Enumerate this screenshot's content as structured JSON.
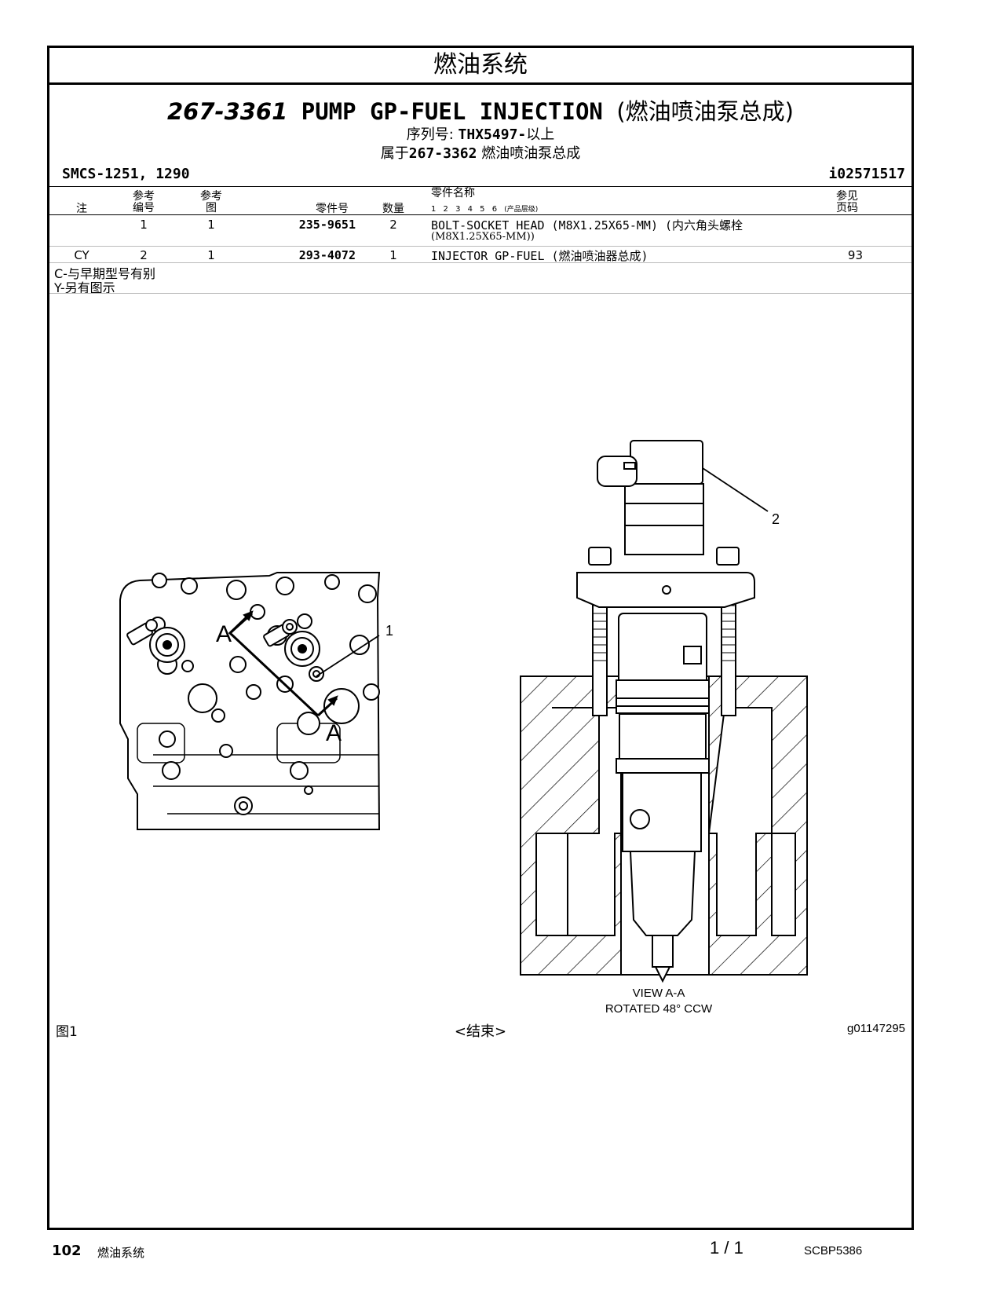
{
  "header": {
    "system_title": "燃油系统",
    "part_number": "267-3361",
    "part_name_en": "PUMP GP-FUEL INJECTION",
    "part_name_cn": "(燃油喷油泵总成)",
    "serial_label": "序列号:",
    "serial_value": "THX5497-",
    "serial_suffix": "以上",
    "belongs_prefix": "属于",
    "belongs_number": "267-3362",
    "belongs_name": "燃油喷油泵总成",
    "smcs": "SMCS-1251, 1290",
    "doc_id": "i02571517"
  },
  "table": {
    "headers": {
      "note": "注",
      "ref_no_1": "参考",
      "ref_no_2": "编号",
      "ref_fig_1": "参考",
      "ref_fig_2": "图",
      "part_no": "零件号",
      "qty": "数量",
      "part_name": "零件名称",
      "levels": "1 2 3 4 5 6",
      "levels_note": "(产品层级)",
      "page_ref_1": "参见",
      "page_ref_2": "页码"
    },
    "rows": [
      {
        "note": "",
        "ref_no": "1",
        "ref_fig": "1",
        "part_no": "235-9651",
        "qty": "2",
        "name_line1": "BOLT-SOCKET HEAD (M8X1.25X65-MM) (内六角头螺栓",
        "name_line2": "(M8X1.25X65-MM))",
        "page_ref": ""
      },
      {
        "note": "CY",
        "ref_no": "2",
        "ref_fig": "1",
        "part_no": "293-4072",
        "qty": "1",
        "name_line1": "INJECTOR GP-FUEL (燃油喷油器总成)",
        "name_line2": "",
        "page_ref": "93"
      }
    ],
    "legend": [
      "C-与早期型号有别",
      "Y-另有图示"
    ]
  },
  "figure": {
    "callout_1": "1",
    "callout_2": "2",
    "section_label_top": "A",
    "section_label_bottom": "A",
    "view_caption_1": "VIEW A-A",
    "view_caption_2": "ROTATED 48° CCW",
    "figure_label": "图1",
    "end_label": "<结束>",
    "graphic_ref": "g01147295"
  },
  "footer": {
    "page_number": "102",
    "section": "燃油系统",
    "page_count": "1 / 1",
    "publication": "SCBP5386"
  }
}
